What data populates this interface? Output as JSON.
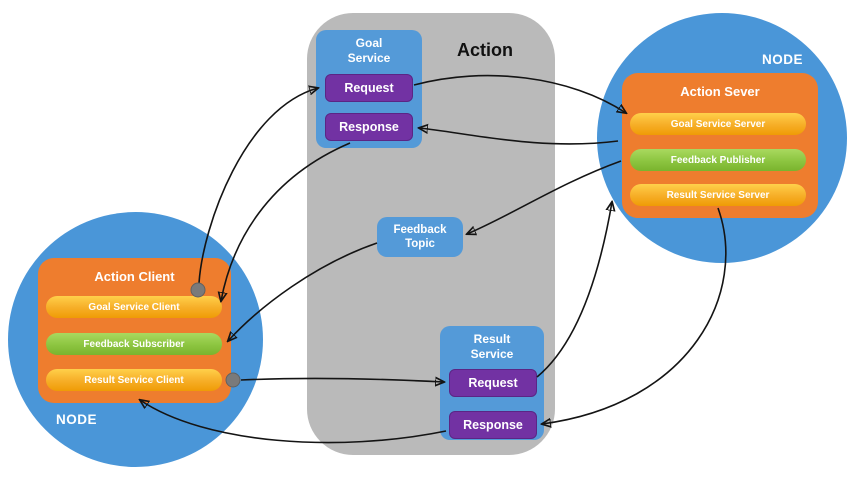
{
  "colors": {
    "node_blue": "#4a96d8",
    "panel_gray": "#bababa",
    "service_box_blue": "#549ad8",
    "request_purple": "#7232a3",
    "action_orange": "#ee7d2e",
    "pill_yellow": "#f7b02a",
    "pill_green": "#8cc540",
    "arrow_black": "#141414"
  },
  "action_panel": {
    "title": "Action",
    "goal_service": {
      "label": "Goal Service",
      "request_label": "Request",
      "response_label": "Response"
    },
    "feedback_topic": {
      "label": "Feedback Topic"
    },
    "result_service": {
      "label": "Result Service",
      "request_label": "Request",
      "response_label": "Response"
    }
  },
  "client_node": {
    "node_label": "NODE",
    "title": "Action Client",
    "items": [
      {
        "label": "Goal Service Client"
      },
      {
        "label": "Feedback Subscriber"
      },
      {
        "label": "Result Service Client"
      }
    ]
  },
  "server_node": {
    "node_label": "NODE",
    "title": "Action Sever",
    "items": [
      {
        "label": "Goal Service Server"
      },
      {
        "label": "Feedback Publisher"
      },
      {
        "label": "Result Service Server"
      }
    ]
  }
}
